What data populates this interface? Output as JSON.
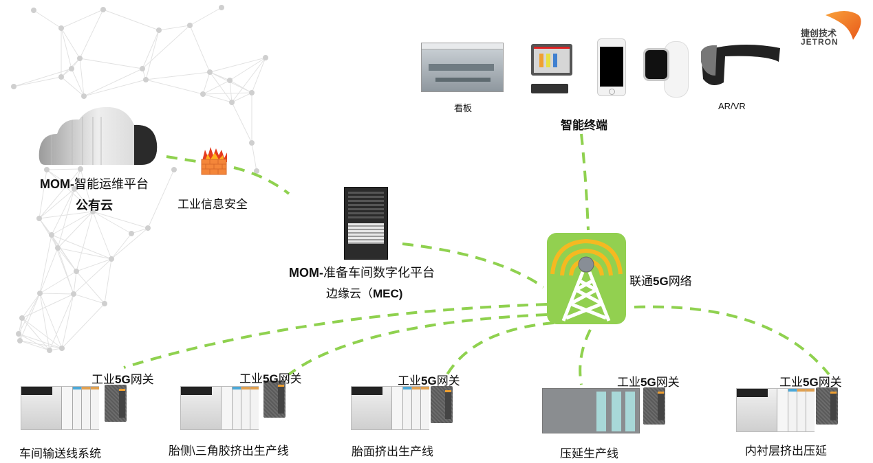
{
  "brand": {
    "name_cn": "捷创技术",
    "name_en": "JETRON",
    "accent": "#f08a1c"
  },
  "colors": {
    "link": "#8fd14f",
    "tower_bg": "#92d050",
    "wave": "#f5b921",
    "net": "#d0d0d0"
  },
  "public_cloud": {
    "title_prefix": "MOM-",
    "title_rest": "智能运维平台",
    "subtitle": "公有云"
  },
  "security": {
    "label": "工业信息安全"
  },
  "terminals": {
    "title": "智能终端",
    "items": [
      {
        "name": "kanban",
        "label": "看板"
      },
      {
        "name": "desktop",
        "label": ""
      },
      {
        "name": "phone",
        "label": ""
      },
      {
        "name": "watch",
        "label": ""
      },
      {
        "name": "ar-vr",
        "label": "AR/VR"
      }
    ]
  },
  "edge_cloud": {
    "title_prefix": "MOM-",
    "title_rest": "准备车间数字化平台",
    "subtitle_prefix": "边缘云（",
    "subtitle_bold": "MEC)"
  },
  "network": {
    "label_prefix": "联通",
    "label_bold": "5G",
    "label_suffix": "网络"
  },
  "gateway": {
    "prefix": "工业",
    "bold": "5G",
    "suffix": "网关"
  },
  "lines": [
    {
      "label": "车间输送线系统"
    },
    {
      "label": "胎侧\\三角胶挤出生产线"
    },
    {
      "label": "胎面挤出生产线"
    },
    {
      "label": "压延生产线"
    },
    {
      "label": "内衬层挤出压延"
    }
  ]
}
